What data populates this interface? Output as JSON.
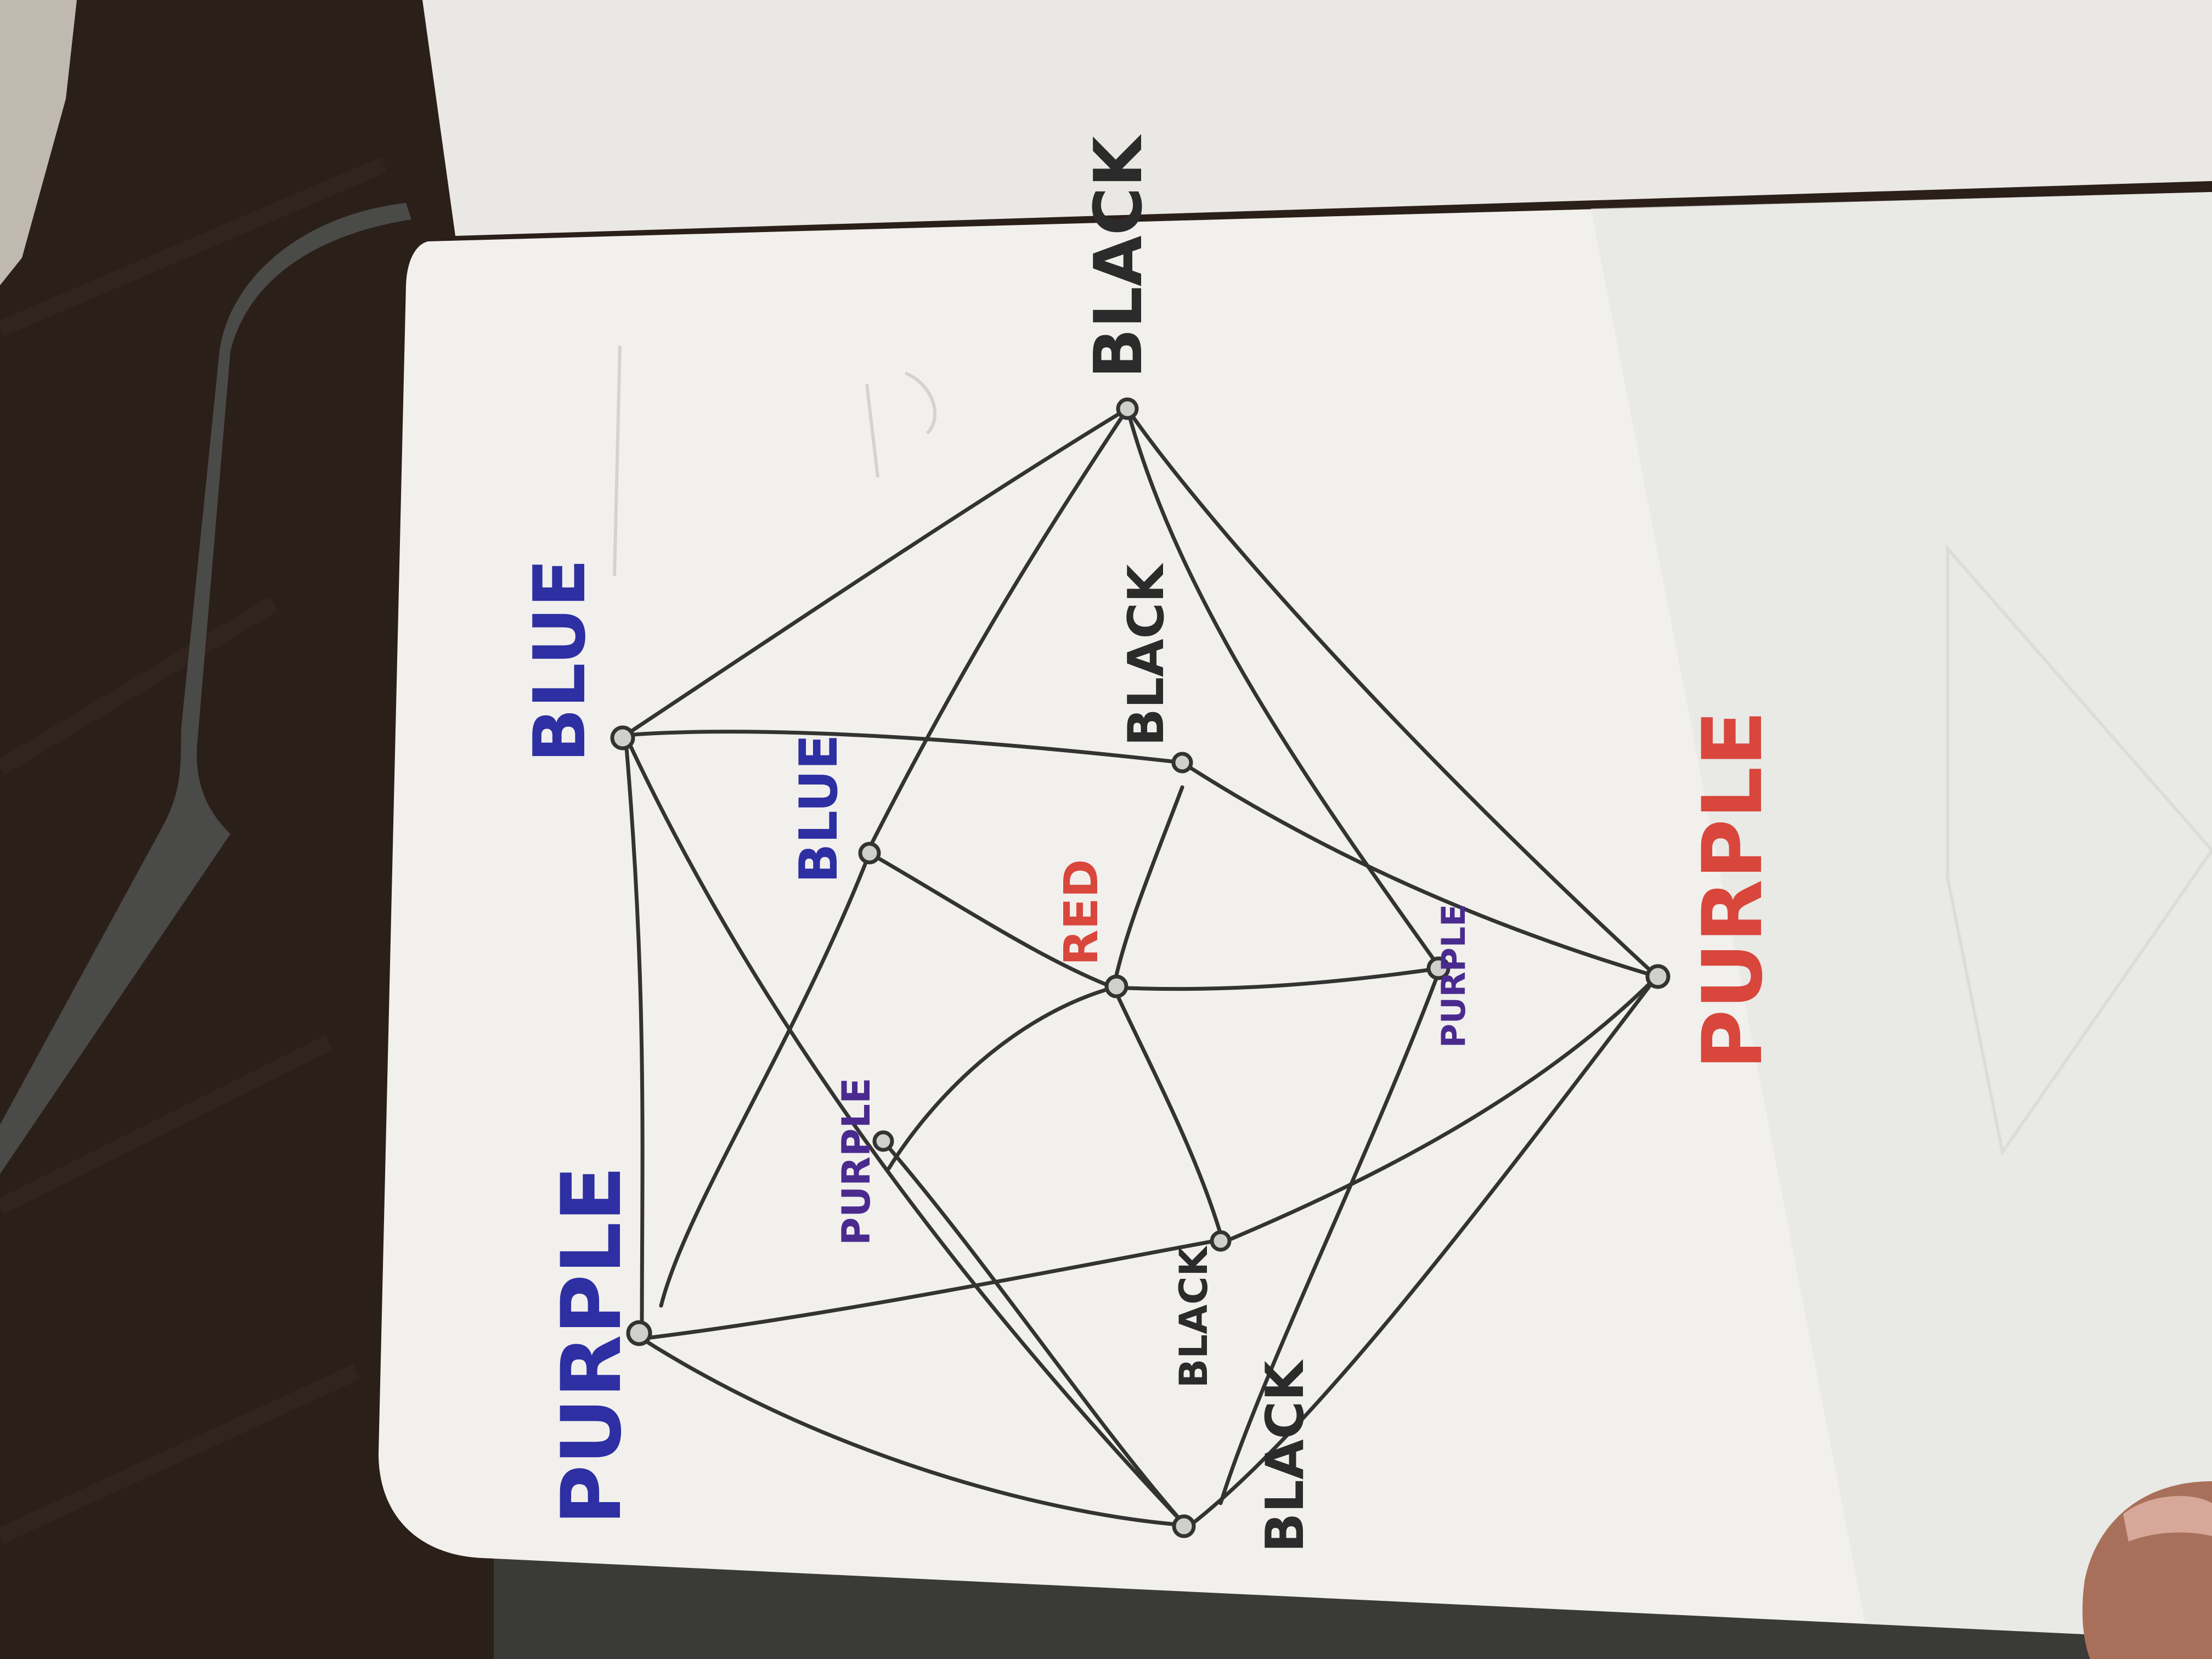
{
  "labels": {
    "blue_top": "BLUE",
    "black_top_right": "BLACK",
    "black_inner_right": "BLACK",
    "blue_inner": "BLUE",
    "red_center": "RED",
    "purple_small_right": "PURPLE",
    "purple_inner_left": "PURPLE",
    "black_inner_bottom": "BLACK",
    "black_bottom": "BLACK",
    "purple_bottom_left": "PURPLE",
    "purple_right": "PURPLE"
  },
  "colors": {
    "table": "#2a1e18",
    "page": "#f1f0ec",
    "ink_black": "#2b2b2b",
    "ink_blue": "#2e2fa3",
    "ink_red": "#d9463c",
    "ink_purple": "#4a2a8f"
  }
}
